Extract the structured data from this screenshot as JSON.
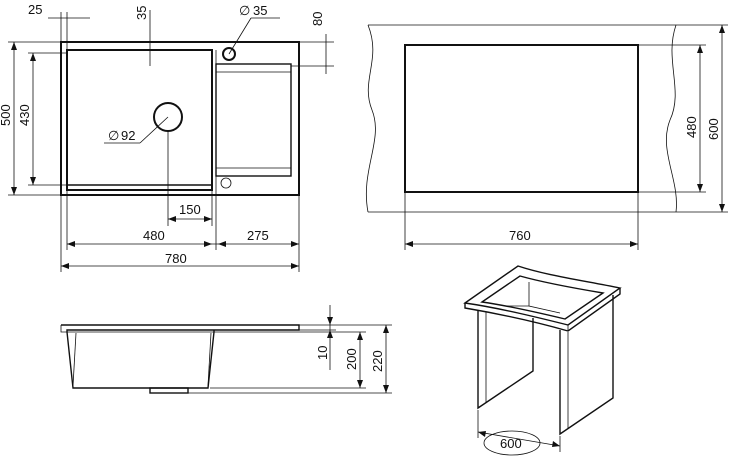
{
  "top_view": {
    "dim_left_margin": "25",
    "dim_hole_offset": "35",
    "dim_hole_diameter": "35",
    "dim_right_top": "80",
    "dim_height_outer": "500",
    "dim_height_bowl": "430",
    "dim_drain_diameter": "92",
    "dim_drain_offset": "150",
    "dim_bowl_width": "480",
    "dim_drainer_width": "275",
    "dim_total_width": "780"
  },
  "cutout_view": {
    "dim_width": "760",
    "dim_inner_height": "480",
    "dim_outer_height": "600"
  },
  "side_view": {
    "dim_top": "10",
    "dim_mid": "200",
    "dim_total": "220"
  },
  "cabinet_view": {
    "dim_width": "600"
  }
}
